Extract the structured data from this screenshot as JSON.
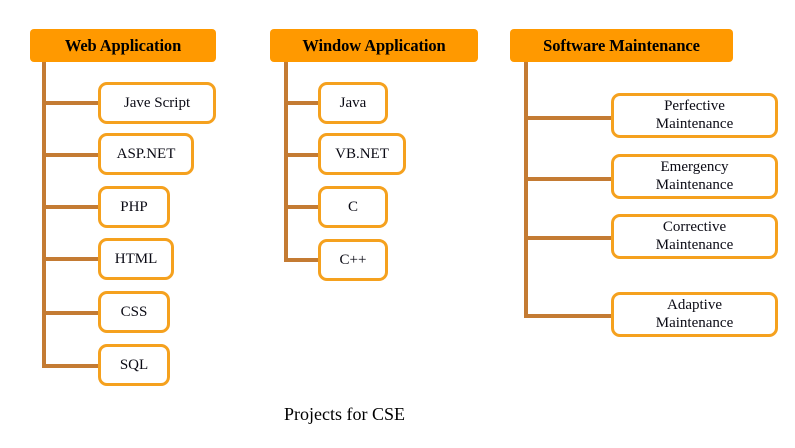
{
  "diagram": {
    "caption": "Projects for CSE",
    "colors": {
      "header_fill": "#FF9900",
      "box_border": "#F5A11E",
      "connector": "#C47B33",
      "background": "#FFFFFF",
      "text": "#000000"
    },
    "columns": [
      {
        "id": "web-application",
        "title": "Web Application",
        "children": [
          {
            "label": "Jave Script"
          },
          {
            "label": "ASP.NET"
          },
          {
            "label": "PHP"
          },
          {
            "label": "HTML"
          },
          {
            "label": "CSS"
          },
          {
            "label": "SQL"
          }
        ]
      },
      {
        "id": "window-application",
        "title": "Window Application",
        "children": [
          {
            "label": "Java"
          },
          {
            "label": "VB.NET"
          },
          {
            "label": "C"
          },
          {
            "label": "C++"
          }
        ]
      },
      {
        "id": "software-maintenance",
        "title": "Software Maintenance",
        "children": [
          {
            "line1": "Perfective",
            "line2": "Maintenance"
          },
          {
            "line1": "Emergency",
            "line2": "Maintenance"
          },
          {
            "line1": "Corrective",
            "line2": "Maintenance"
          },
          {
            "line1": "Adaptive",
            "line2": "Maintenance"
          }
        ]
      }
    ]
  }
}
